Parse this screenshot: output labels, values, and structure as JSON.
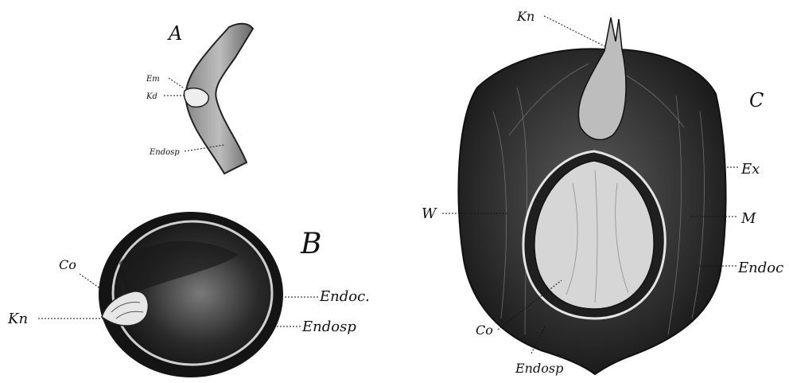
{
  "figure_a": {
    "panel_letter": "A",
    "labels": {
      "em": "Em",
      "kd": "Kd",
      "endosp": "Endosp"
    }
  },
  "figure_b": {
    "panel_letter": "B",
    "labels": {
      "co": "Co",
      "kn": "Kn",
      "endoc": "Endoc.",
      "endosp": "Endosp"
    }
  },
  "figure_c": {
    "panel_letter": "C",
    "labels": {
      "kn": "Kn",
      "w": "W",
      "ex": "Ex",
      "m": "M",
      "endoc": "Endoc",
      "co": "Co",
      "endosp": "Endosp"
    }
  },
  "colors": {
    "ink": "#111111",
    "paper": "#ffffff",
    "dark_fill": "#1c1c1c",
    "mid_fill": "#6e6e6e",
    "light_fill": "#d9d9d9"
  }
}
